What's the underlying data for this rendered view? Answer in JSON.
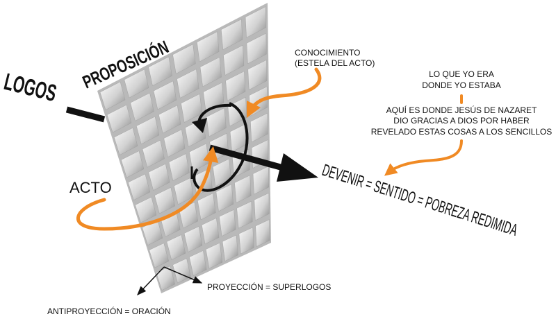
{
  "labels": {
    "logos": "LOGOS",
    "proposicion": "PROPOSICIÓN",
    "acto": "ACTO",
    "conocimiento_1": "CONOCIMIENTO",
    "conocimiento_2": "(ESTELA DEL ACTO)",
    "era_1": "LO QUE YO ERA",
    "era_2": "DONDE YO ESTABA",
    "jesus_1": "AQUÍ ES DONDE JESÚS DE NAZARET",
    "jesus_2": "DIO GRACIAS A DIOS POR HABER",
    "jesus_3": "REVELADO ESTAS COSAS A LOS SENCILLOS",
    "devenir": "DEVENIR = SENTIDO = POBREZA REDIMIDA",
    "proyeccion": "PROYECCIÓN = SUPERLOGOS",
    "antiproyeccion": "ANTIPROYECCIÓN = ORACIÓN"
  },
  "colors": {
    "accent": "#f08a24",
    "ink": "#111111",
    "grid_light": "#f4f4f4",
    "grid_dark": "#8c8c8c"
  }
}
